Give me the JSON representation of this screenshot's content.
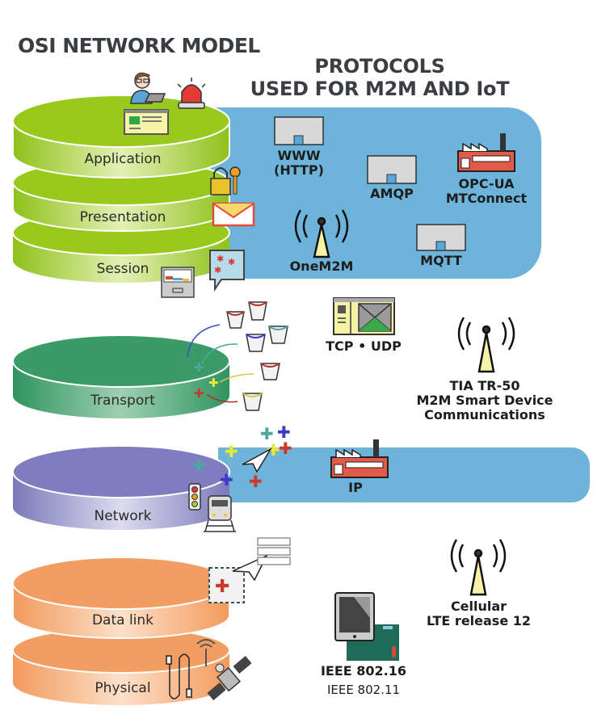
{
  "left_title": "OSI NETWORK MODEL",
  "right_title": {
    "line1": "PROTOCOLS",
    "line2": "USED FOR M2M AND IoT"
  },
  "colors": {
    "upper_layers": "#9ccc1f",
    "transport": "#3fa06a",
    "network": "#8a88c4",
    "lower_layers": "#f4a56a",
    "protocol_panel": "#6eb3d9",
    "text": "#1d1d1d"
  },
  "osi_layers": [
    {
      "name": "Application",
      "icons": [
        "developer-icon",
        "alarm-light-icon",
        "browser-window-icon"
      ]
    },
    {
      "name": "Presentation",
      "icons": [
        "padlock-key-icon",
        "envelope-icon"
      ]
    },
    {
      "name": "Session",
      "icons": [
        "file-drawer-icon",
        "chat-bubble-icon"
      ]
    },
    {
      "name": "Transport",
      "icons": [
        "buckets-icon",
        "puzzle-pieces-icon"
      ]
    },
    {
      "name": "Network",
      "icons": [
        "traffic-light-icon",
        "train-icon",
        "puzzle-pieces-icon",
        "paper-plane-icon"
      ]
    },
    {
      "name": "Data link",
      "icons": [
        "framed-puzzle-icon",
        "paper-plane-icon",
        "server-rack-icon"
      ]
    },
    {
      "name": "Physical",
      "icons": [
        "cables-icon",
        "wifi-antenna-icon",
        "satellite-icon"
      ]
    }
  ],
  "protocols": {
    "upper": [
      {
        "label": "WWW",
        "label2": "(HTTP)",
        "icon": "building-icon"
      },
      {
        "label": "AMQP",
        "icon": "building-icon"
      },
      {
        "label": "OPC-UA",
        "label2": "MTConnect",
        "icon": "factory-icon"
      },
      {
        "label": "OneM2M",
        "icon": "radio-tower-icon"
      },
      {
        "label": "MQTT",
        "icon": "building-icon"
      }
    ],
    "transport": {
      "label": "TCP • UDP",
      "icon": "window-icon"
    },
    "tia": {
      "line1": "TIA TR-50",
      "line2": "M2M Smart Device",
      "line3": "Communications",
      "icon": "radio-tower-icon"
    },
    "network": {
      "label": "IP",
      "icon": "factory-icon"
    },
    "cellular": {
      "line1": "Cellular",
      "line2": "LTE release 12",
      "icon": "radio-tower-icon"
    },
    "ieee": {
      "line1": "IEEE 802.16",
      "line2": "IEEE 802.11",
      "icon": "tablet-board-icon"
    }
  }
}
